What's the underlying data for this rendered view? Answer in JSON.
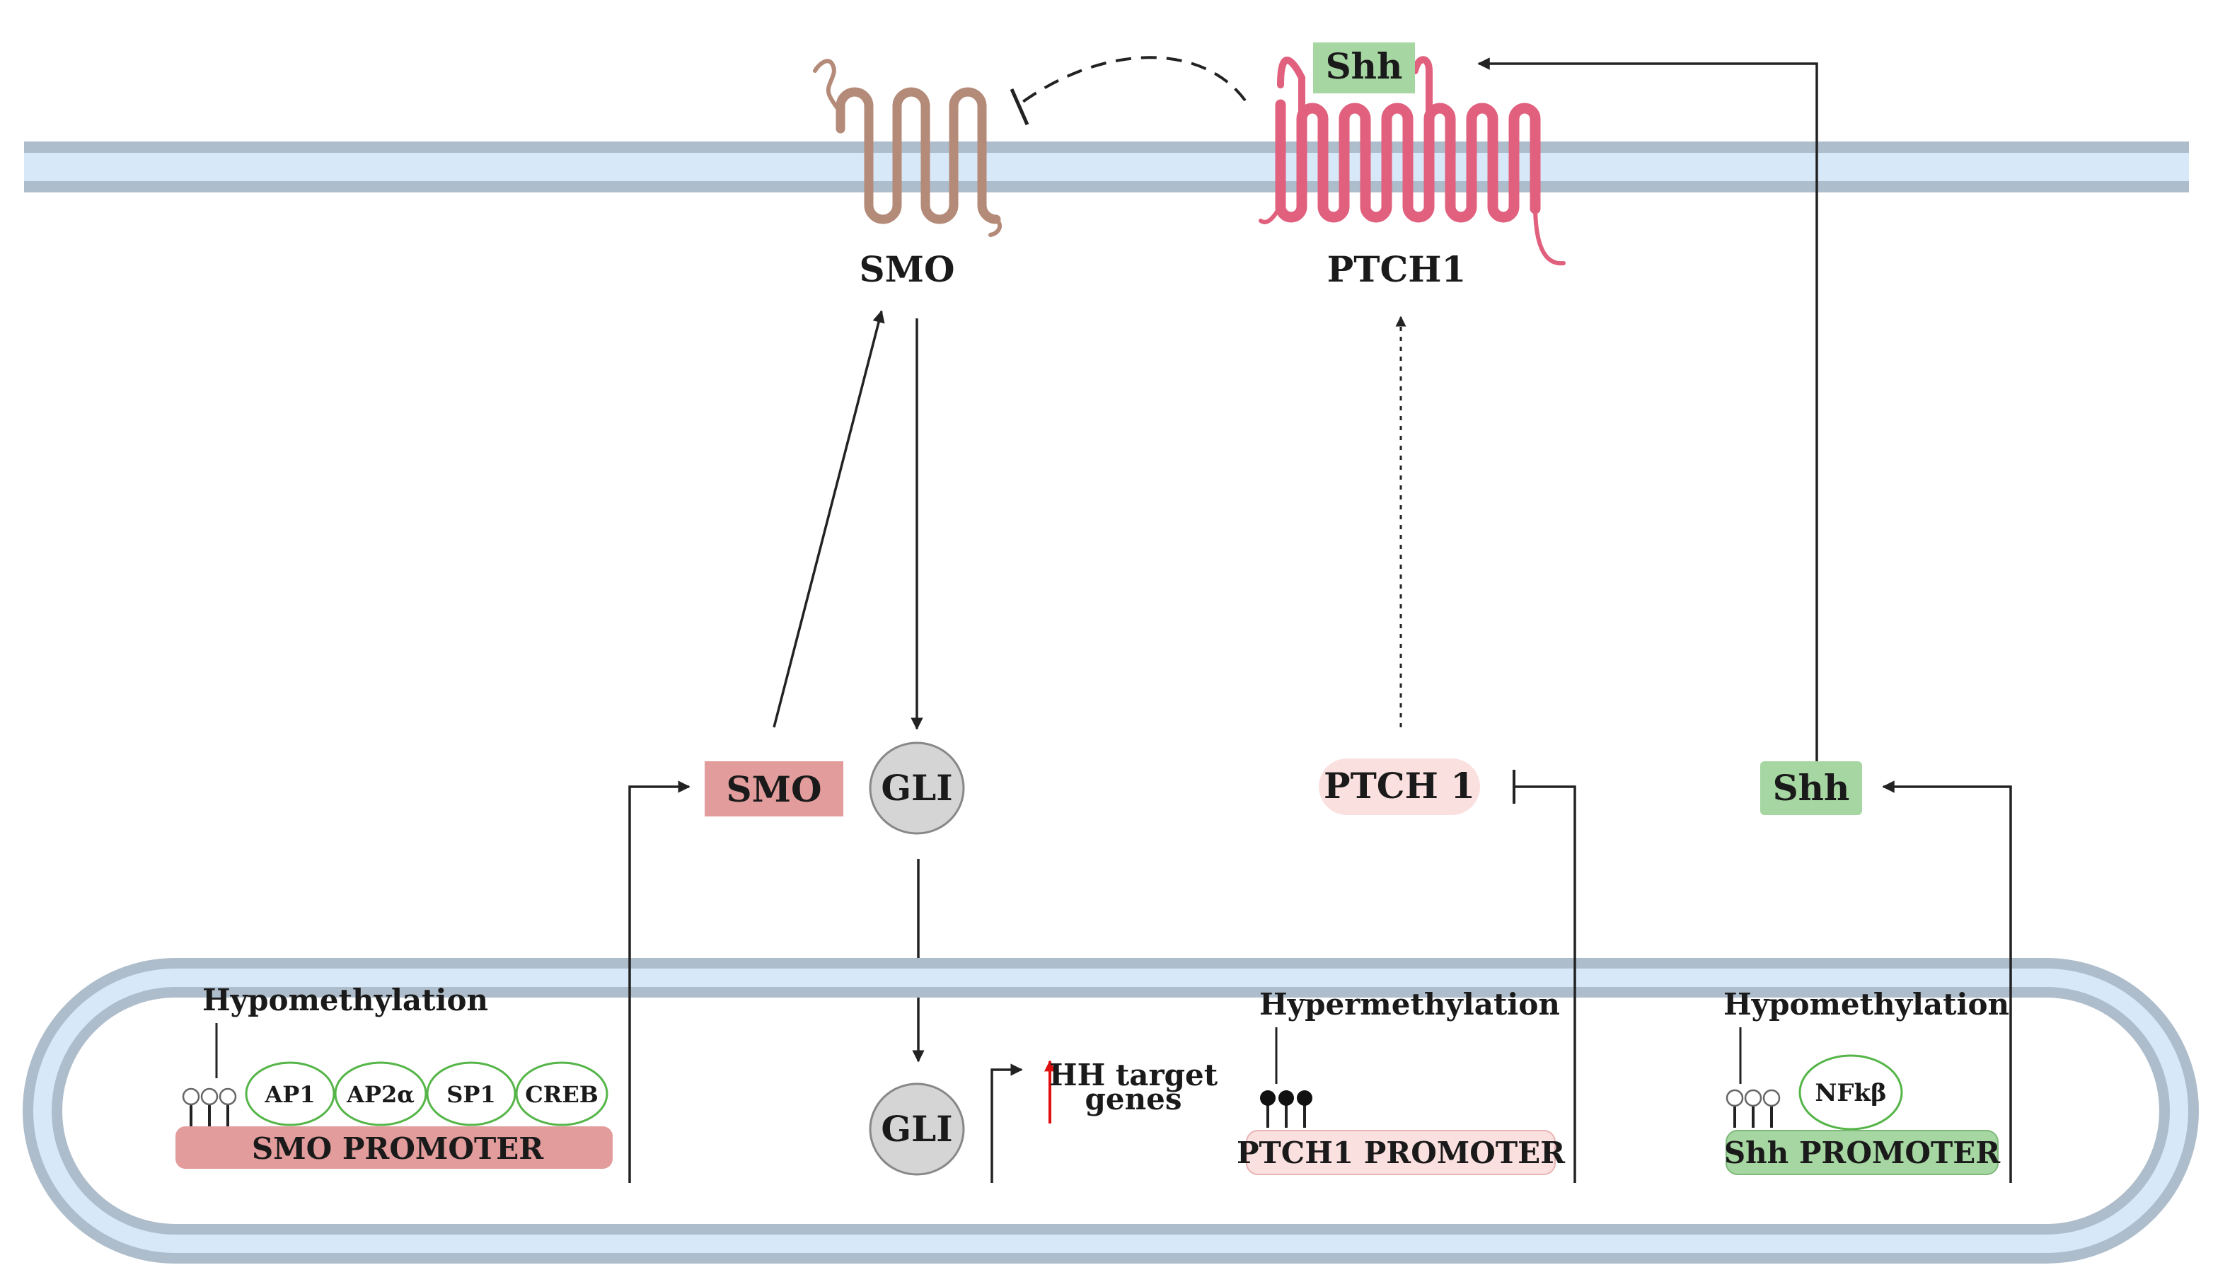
{
  "membrane_receptors": {
    "smo_label": "SMO",
    "ptch1_label": "PTCH1",
    "shh_ligand_label": "Shh"
  },
  "cytoplasm": {
    "smo_label": "SMO",
    "gli_label": "GLI",
    "ptch1_label": "PTCH 1",
    "shh_label": "Shh"
  },
  "nucleus": {
    "smo_region": {
      "methylation_label": "Hypomethylation",
      "transcription_factors": [
        "AP1",
        "AP2α",
        "SP1",
        "CREB"
      ],
      "promoter_label": "SMO PROMOTER"
    },
    "gli_label": "GLI",
    "target_genes_label_line1": "HH target",
    "target_genes_label_line2": "genes",
    "ptch1_region": {
      "methylation_label": "Hypermethylation",
      "promoter_label": "PTCH1 PROMOTER"
    },
    "shh_region": {
      "methylation_label": "Hypomethylation",
      "transcription_factor": "NFkβ",
      "promoter_label": "Shh PROMOTER"
    }
  },
  "colors": {
    "smo_receptor": "#b48a78",
    "ptch1_receptor": "#e0607e",
    "membrane_blue": "#d7e8f8",
    "membrane_grey": "#aebdcb",
    "smo_box": "#e29c9c",
    "ptch1_box": "#fbe0e0",
    "shh_box": "#a6d6a1",
    "gli_circle": "#d5d5d5",
    "tf_outline": "#55b548",
    "arrow": "#222222",
    "up_arrow": "#e01010"
  }
}
